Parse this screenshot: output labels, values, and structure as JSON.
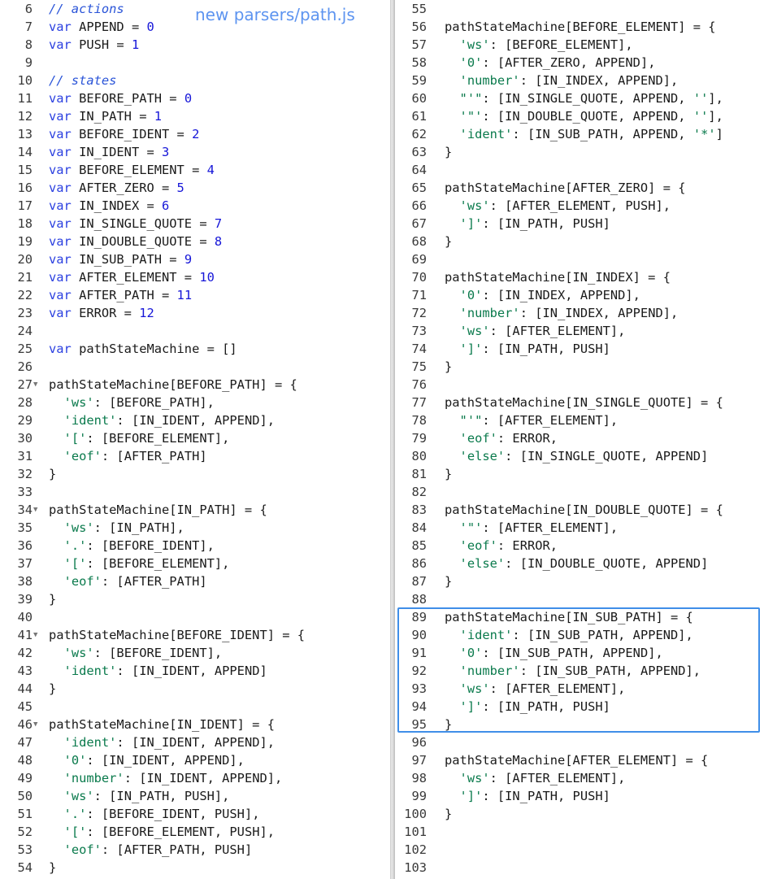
{
  "caption": "new parsers/path.js",
  "colors": {
    "keyword": "#2a3fe0",
    "number": "#1616d8",
    "string": "#0a7a4c",
    "comment": "#2a54d8",
    "caption": "#5d94f0",
    "highlight_border": "#3f8ee8"
  },
  "fold_icon": "triangle-down-icon",
  "left_pane": [
    {
      "n": "6",
      "tokens": [
        {
          "t": "// actions",
          "c": "cm"
        }
      ]
    },
    {
      "n": "7",
      "tokens": [
        {
          "t": "var",
          "c": "kw"
        },
        {
          "t": " APPEND = "
        },
        {
          "t": "0",
          "c": "num"
        }
      ]
    },
    {
      "n": "8",
      "tokens": [
        {
          "t": "var",
          "c": "kw"
        },
        {
          "t": " PUSH = "
        },
        {
          "t": "1",
          "c": "num"
        }
      ]
    },
    {
      "n": "9",
      "tokens": []
    },
    {
      "n": "10",
      "tokens": [
        {
          "t": "// states",
          "c": "cm"
        }
      ]
    },
    {
      "n": "11",
      "tokens": [
        {
          "t": "var",
          "c": "kw"
        },
        {
          "t": " BEFORE_PATH = "
        },
        {
          "t": "0",
          "c": "num"
        }
      ]
    },
    {
      "n": "12",
      "tokens": [
        {
          "t": "var",
          "c": "kw"
        },
        {
          "t": " IN_PATH = "
        },
        {
          "t": "1",
          "c": "num"
        }
      ]
    },
    {
      "n": "13",
      "tokens": [
        {
          "t": "var",
          "c": "kw"
        },
        {
          "t": " BEFORE_IDENT = "
        },
        {
          "t": "2",
          "c": "num"
        }
      ]
    },
    {
      "n": "14",
      "tokens": [
        {
          "t": "var",
          "c": "kw"
        },
        {
          "t": " IN_IDENT = "
        },
        {
          "t": "3",
          "c": "num"
        }
      ]
    },
    {
      "n": "15",
      "tokens": [
        {
          "t": "var",
          "c": "kw"
        },
        {
          "t": " BEFORE_ELEMENT = "
        },
        {
          "t": "4",
          "c": "num"
        }
      ]
    },
    {
      "n": "16",
      "tokens": [
        {
          "t": "var",
          "c": "kw"
        },
        {
          "t": " AFTER_ZERO = "
        },
        {
          "t": "5",
          "c": "num"
        }
      ]
    },
    {
      "n": "17",
      "tokens": [
        {
          "t": "var",
          "c": "kw"
        },
        {
          "t": " IN_INDEX = "
        },
        {
          "t": "6",
          "c": "num"
        }
      ]
    },
    {
      "n": "18",
      "tokens": [
        {
          "t": "var",
          "c": "kw"
        },
        {
          "t": " IN_SINGLE_QUOTE = "
        },
        {
          "t": "7",
          "c": "num"
        }
      ]
    },
    {
      "n": "19",
      "tokens": [
        {
          "t": "var",
          "c": "kw"
        },
        {
          "t": " IN_DOUBLE_QUOTE = "
        },
        {
          "t": "8",
          "c": "num"
        }
      ]
    },
    {
      "n": "20",
      "tokens": [
        {
          "t": "var",
          "c": "kw"
        },
        {
          "t": " IN_SUB_PATH = "
        },
        {
          "t": "9",
          "c": "num"
        }
      ]
    },
    {
      "n": "21",
      "tokens": [
        {
          "t": "var",
          "c": "kw"
        },
        {
          "t": " AFTER_ELEMENT = "
        },
        {
          "t": "10",
          "c": "num"
        }
      ]
    },
    {
      "n": "22",
      "tokens": [
        {
          "t": "var",
          "c": "kw"
        },
        {
          "t": " AFTER_PATH = "
        },
        {
          "t": "11",
          "c": "num"
        }
      ]
    },
    {
      "n": "23",
      "tokens": [
        {
          "t": "var",
          "c": "kw"
        },
        {
          "t": " ERROR = "
        },
        {
          "t": "12",
          "c": "num"
        }
      ]
    },
    {
      "n": "24",
      "tokens": []
    },
    {
      "n": "25",
      "tokens": [
        {
          "t": "var",
          "c": "kw"
        },
        {
          "t": " pathStateMachine = []"
        }
      ]
    },
    {
      "n": "26",
      "tokens": []
    },
    {
      "n": "27",
      "fold": true,
      "tokens": [
        {
          "t": "pathStateMachine[BEFORE_PATH] = {"
        }
      ]
    },
    {
      "n": "28",
      "tokens": [
        {
          "t": "  "
        },
        {
          "t": "'ws'",
          "c": "str"
        },
        {
          "t": ": [BEFORE_PATH],"
        }
      ]
    },
    {
      "n": "29",
      "tokens": [
        {
          "t": "  "
        },
        {
          "t": "'ident'",
          "c": "str"
        },
        {
          "t": ": [IN_IDENT, APPEND],"
        }
      ]
    },
    {
      "n": "30",
      "tokens": [
        {
          "t": "  "
        },
        {
          "t": "'['",
          "c": "str"
        },
        {
          "t": ": [BEFORE_ELEMENT],"
        }
      ]
    },
    {
      "n": "31",
      "tokens": [
        {
          "t": "  "
        },
        {
          "t": "'eof'",
          "c": "str"
        },
        {
          "t": ": [AFTER_PATH]"
        }
      ]
    },
    {
      "n": "32",
      "tokens": [
        {
          "t": "}"
        }
      ]
    },
    {
      "n": "33",
      "tokens": []
    },
    {
      "n": "34",
      "fold": true,
      "tokens": [
        {
          "t": "pathStateMachine[IN_PATH] = {"
        }
      ]
    },
    {
      "n": "35",
      "tokens": [
        {
          "t": "  "
        },
        {
          "t": "'ws'",
          "c": "str"
        },
        {
          "t": ": [IN_PATH],"
        }
      ]
    },
    {
      "n": "36",
      "tokens": [
        {
          "t": "  "
        },
        {
          "t": "'.'",
          "c": "str"
        },
        {
          "t": ": [BEFORE_IDENT],"
        }
      ]
    },
    {
      "n": "37",
      "tokens": [
        {
          "t": "  "
        },
        {
          "t": "'['",
          "c": "str"
        },
        {
          "t": ": [BEFORE_ELEMENT],"
        }
      ]
    },
    {
      "n": "38",
      "tokens": [
        {
          "t": "  "
        },
        {
          "t": "'eof'",
          "c": "str"
        },
        {
          "t": ": [AFTER_PATH]"
        }
      ]
    },
    {
      "n": "39",
      "tokens": [
        {
          "t": "}"
        }
      ]
    },
    {
      "n": "40",
      "tokens": []
    },
    {
      "n": "41",
      "fold": true,
      "tokens": [
        {
          "t": "pathStateMachine[BEFORE_IDENT] = {"
        }
      ]
    },
    {
      "n": "42",
      "tokens": [
        {
          "t": "  "
        },
        {
          "t": "'ws'",
          "c": "str"
        },
        {
          "t": ": [BEFORE_IDENT],"
        }
      ]
    },
    {
      "n": "43",
      "tokens": [
        {
          "t": "  "
        },
        {
          "t": "'ident'",
          "c": "str"
        },
        {
          "t": ": [IN_IDENT, APPEND]"
        }
      ]
    },
    {
      "n": "44",
      "tokens": [
        {
          "t": "}"
        }
      ]
    },
    {
      "n": "45",
      "tokens": []
    },
    {
      "n": "46",
      "fold": true,
      "tokens": [
        {
          "t": "pathStateMachine[IN_IDENT] = {"
        }
      ]
    },
    {
      "n": "47",
      "tokens": [
        {
          "t": "  "
        },
        {
          "t": "'ident'",
          "c": "str"
        },
        {
          "t": ": [IN_IDENT, APPEND],"
        }
      ]
    },
    {
      "n": "48",
      "tokens": [
        {
          "t": "  "
        },
        {
          "t": "'0'",
          "c": "str"
        },
        {
          "t": ": [IN_IDENT, APPEND],"
        }
      ]
    },
    {
      "n": "49",
      "tokens": [
        {
          "t": "  "
        },
        {
          "t": "'number'",
          "c": "str"
        },
        {
          "t": ": [IN_IDENT, APPEND],"
        }
      ]
    },
    {
      "n": "50",
      "tokens": [
        {
          "t": "  "
        },
        {
          "t": "'ws'",
          "c": "str"
        },
        {
          "t": ": [IN_PATH, PUSH],"
        }
      ]
    },
    {
      "n": "51",
      "tokens": [
        {
          "t": "  "
        },
        {
          "t": "'.'",
          "c": "str"
        },
        {
          "t": ": [BEFORE_IDENT, PUSH],"
        }
      ]
    },
    {
      "n": "52",
      "tokens": [
        {
          "t": "  "
        },
        {
          "t": "'['",
          "c": "str"
        },
        {
          "t": ": [BEFORE_ELEMENT, PUSH],"
        }
      ]
    },
    {
      "n": "53",
      "tokens": [
        {
          "t": "  "
        },
        {
          "t": "'eof'",
          "c": "str"
        },
        {
          "t": ": [AFTER_PATH, PUSH]"
        }
      ]
    },
    {
      "n": "54",
      "tokens": [
        {
          "t": "}"
        }
      ]
    }
  ],
  "right_pane": [
    {
      "n": "55",
      "tokens": []
    },
    {
      "n": "56",
      "tokens": [
        {
          "t": "pathStateMachine[BEFORE_ELEMENT] = {"
        }
      ]
    },
    {
      "n": "57",
      "tokens": [
        {
          "t": "  "
        },
        {
          "t": "'ws'",
          "c": "str"
        },
        {
          "t": ": [BEFORE_ELEMENT],"
        }
      ]
    },
    {
      "n": "58",
      "tokens": [
        {
          "t": "  "
        },
        {
          "t": "'0'",
          "c": "str"
        },
        {
          "t": ": [AFTER_ZERO, APPEND],"
        }
      ]
    },
    {
      "n": "59",
      "tokens": [
        {
          "t": "  "
        },
        {
          "t": "'number'",
          "c": "str"
        },
        {
          "t": ": [IN_INDEX, APPEND],"
        }
      ]
    },
    {
      "n": "60",
      "tokens": [
        {
          "t": "  "
        },
        {
          "t": "\"'\"",
          "c": "str"
        },
        {
          "t": ": [IN_SINGLE_QUOTE, APPEND, "
        },
        {
          "t": "''",
          "c": "str"
        },
        {
          "t": "],"
        }
      ]
    },
    {
      "n": "61",
      "tokens": [
        {
          "t": "  "
        },
        {
          "t": "'\"'",
          "c": "str"
        },
        {
          "t": ": [IN_DOUBLE_QUOTE, APPEND, "
        },
        {
          "t": "''",
          "c": "str"
        },
        {
          "t": "],"
        }
      ]
    },
    {
      "n": "62",
      "tokens": [
        {
          "t": "  "
        },
        {
          "t": "'ident'",
          "c": "str"
        },
        {
          "t": ": [IN_SUB_PATH, APPEND, "
        },
        {
          "t": "'*'",
          "c": "str"
        },
        {
          "t": "]"
        }
      ]
    },
    {
      "n": "63",
      "tokens": [
        {
          "t": "}"
        }
      ]
    },
    {
      "n": "64",
      "tokens": []
    },
    {
      "n": "65",
      "tokens": [
        {
          "t": "pathStateMachine[AFTER_ZERO] = {"
        }
      ]
    },
    {
      "n": "66",
      "tokens": [
        {
          "t": "  "
        },
        {
          "t": "'ws'",
          "c": "str"
        },
        {
          "t": ": [AFTER_ELEMENT, PUSH],"
        }
      ]
    },
    {
      "n": "67",
      "tokens": [
        {
          "t": "  "
        },
        {
          "t": "']'",
          "c": "str"
        },
        {
          "t": ": [IN_PATH, PUSH]"
        }
      ]
    },
    {
      "n": "68",
      "tokens": [
        {
          "t": "}"
        }
      ]
    },
    {
      "n": "69",
      "tokens": []
    },
    {
      "n": "70",
      "tokens": [
        {
          "t": "pathStateMachine[IN_INDEX] = {"
        }
      ]
    },
    {
      "n": "71",
      "tokens": [
        {
          "t": "  "
        },
        {
          "t": "'0'",
          "c": "str"
        },
        {
          "t": ": [IN_INDEX, APPEND],"
        }
      ]
    },
    {
      "n": "72",
      "tokens": [
        {
          "t": "  "
        },
        {
          "t": "'number'",
          "c": "str"
        },
        {
          "t": ": [IN_INDEX, APPEND],"
        }
      ]
    },
    {
      "n": "73",
      "tokens": [
        {
          "t": "  "
        },
        {
          "t": "'ws'",
          "c": "str"
        },
        {
          "t": ": [AFTER_ELEMENT],"
        }
      ]
    },
    {
      "n": "74",
      "tokens": [
        {
          "t": "  "
        },
        {
          "t": "']'",
          "c": "str"
        },
        {
          "t": ": [IN_PATH, PUSH]"
        }
      ]
    },
    {
      "n": "75",
      "tokens": [
        {
          "t": "}"
        }
      ]
    },
    {
      "n": "76",
      "tokens": []
    },
    {
      "n": "77",
      "tokens": [
        {
          "t": "pathStateMachine[IN_SINGLE_QUOTE] = {"
        }
      ]
    },
    {
      "n": "78",
      "tokens": [
        {
          "t": "  "
        },
        {
          "t": "\"'\"",
          "c": "str"
        },
        {
          "t": ": [AFTER_ELEMENT],"
        }
      ]
    },
    {
      "n": "79",
      "tokens": [
        {
          "t": "  "
        },
        {
          "t": "'eof'",
          "c": "str"
        },
        {
          "t": ": ERROR,"
        }
      ]
    },
    {
      "n": "80",
      "tokens": [
        {
          "t": "  "
        },
        {
          "t": "'else'",
          "c": "str"
        },
        {
          "t": ": [IN_SINGLE_QUOTE, APPEND]"
        }
      ]
    },
    {
      "n": "81",
      "tokens": [
        {
          "t": "}"
        }
      ]
    },
    {
      "n": "82",
      "tokens": []
    },
    {
      "n": "83",
      "tokens": [
        {
          "t": "pathStateMachine[IN_DOUBLE_QUOTE] = {"
        }
      ]
    },
    {
      "n": "84",
      "tokens": [
        {
          "t": "  "
        },
        {
          "t": "'\"'",
          "c": "str"
        },
        {
          "t": ": [AFTER_ELEMENT],"
        }
      ]
    },
    {
      "n": "85",
      "tokens": [
        {
          "t": "  "
        },
        {
          "t": "'eof'",
          "c": "str"
        },
        {
          "t": ": ERROR,"
        }
      ]
    },
    {
      "n": "86",
      "tokens": [
        {
          "t": "  "
        },
        {
          "t": "'else'",
          "c": "str"
        },
        {
          "t": ": [IN_DOUBLE_QUOTE, APPEND]"
        }
      ]
    },
    {
      "n": "87",
      "tokens": [
        {
          "t": "}"
        }
      ]
    },
    {
      "n": "88",
      "tokens": []
    },
    {
      "n": "89",
      "tokens": [
        {
          "t": "pathStateMachine[IN_SUB_PATH] = {"
        }
      ]
    },
    {
      "n": "90",
      "tokens": [
        {
          "t": "  "
        },
        {
          "t": "'ident'",
          "c": "str"
        },
        {
          "t": ": [IN_SUB_PATH, APPEND],"
        }
      ]
    },
    {
      "n": "91",
      "tokens": [
        {
          "t": "  "
        },
        {
          "t": "'0'",
          "c": "str"
        },
        {
          "t": ": [IN_SUB_PATH, APPEND],"
        }
      ]
    },
    {
      "n": "92",
      "tokens": [
        {
          "t": "  "
        },
        {
          "t": "'number'",
          "c": "str"
        },
        {
          "t": ": [IN_SUB_PATH, APPEND],"
        }
      ]
    },
    {
      "n": "93",
      "tokens": [
        {
          "t": "  "
        },
        {
          "t": "'ws'",
          "c": "str"
        },
        {
          "t": ": [AFTER_ELEMENT],"
        }
      ]
    },
    {
      "n": "94",
      "tokens": [
        {
          "t": "  "
        },
        {
          "t": "']'",
          "c": "str"
        },
        {
          "t": ": [IN_PATH, PUSH]"
        }
      ]
    },
    {
      "n": "95",
      "tokens": [
        {
          "t": "}"
        }
      ]
    },
    {
      "n": "96",
      "tokens": []
    },
    {
      "n": "97",
      "tokens": [
        {
          "t": "pathStateMachine[AFTER_ELEMENT] = {"
        }
      ]
    },
    {
      "n": "98",
      "tokens": [
        {
          "t": "  "
        },
        {
          "t": "'ws'",
          "c": "str"
        },
        {
          "t": ": [AFTER_ELEMENT],"
        }
      ]
    },
    {
      "n": "99",
      "tokens": [
        {
          "t": "  "
        },
        {
          "t": "']'",
          "c": "str"
        },
        {
          "t": ": [IN_PATH, PUSH]"
        }
      ]
    },
    {
      "n": "100",
      "tokens": [
        {
          "t": "}"
        }
      ]
    },
    {
      "n": "101",
      "tokens": []
    },
    {
      "n": "102",
      "tokens": []
    },
    {
      "n": "103",
      "tokens": []
    }
  ]
}
